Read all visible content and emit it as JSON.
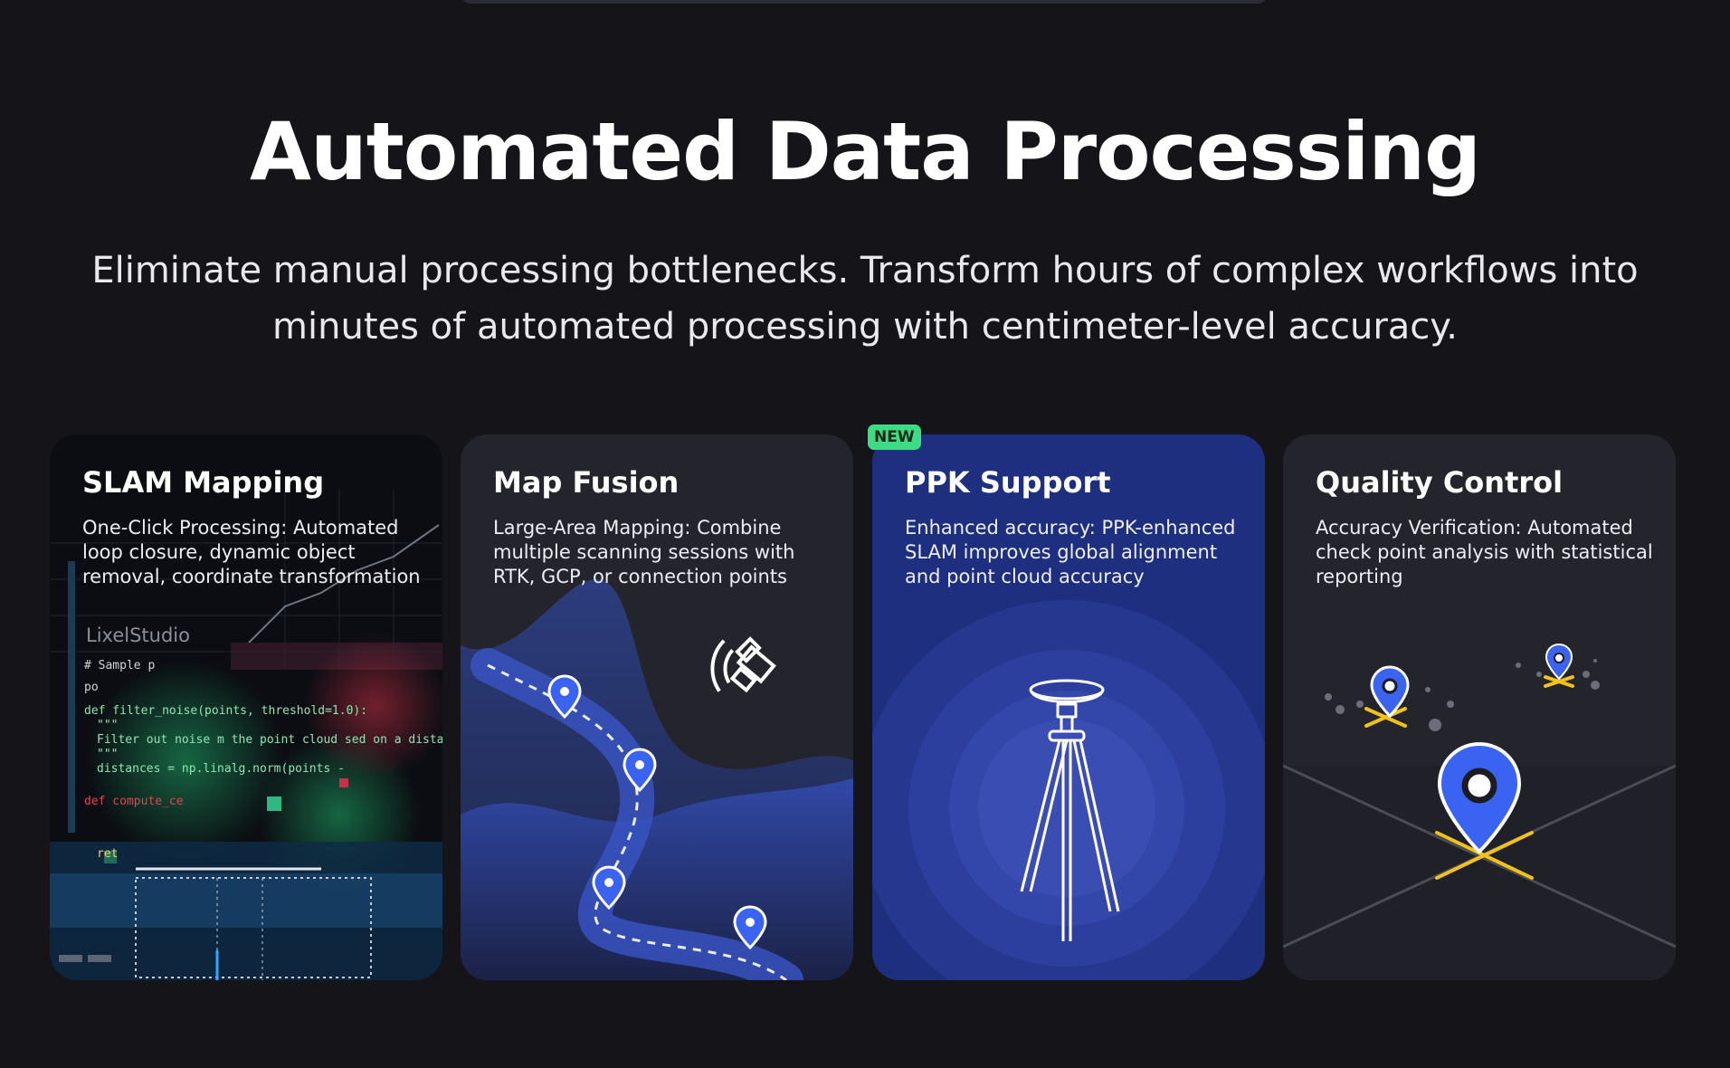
{
  "section": {
    "title": "Automated Data Processing",
    "subtitle": "Eliminate manual processing bottlenecks. Transform hours of complex workflows into minutes of automated processing with centimeter-level accuracy."
  },
  "cards": [
    {
      "title": "SLAM Mapping",
      "desc": "One-Click Processing: Automated loop closure, dynamic object removal, coordinate transformation",
      "image": "slam-software-screenshot"
    },
    {
      "title": "Map Fusion",
      "desc": "Large-Area Mapping: Combine multiple scanning sessions with RTK, GCP, or connection points",
      "icons": [
        "satellite-icon",
        "map-pin-icon"
      ]
    },
    {
      "title": "PPK Support",
      "desc": "Enhanced accuracy: PPK-enhanced SLAM improves global alignment and point cloud accuracy",
      "badge": "NEW",
      "icons": [
        "gnss-tripod-icon"
      ]
    },
    {
      "title": "Quality Control",
      "desc": "Accuracy Verification: Automated check point analysis with statistical reporting",
      "icons": [
        "map-pin-icon",
        "checkpoint-x-icon"
      ]
    }
  ],
  "slam_screenshot": {
    "brand": "LixelStudio",
    "code_lines": [
      "# Sample p",
      "po",
      "def filter_noise(points, threshold=1.0):",
      "\"\"\"",
      "Filter out noise      m the point cloud    sed on a distance thresho",
      "\"\"\"",
      "distances = np.linalg.norm(points -",
      "def compute_ce",
      "ret"
    ]
  },
  "colors": {
    "background": "#141419",
    "card": "#24252c",
    "ppk_card": "#1f2f80",
    "pin_blue": "#3b63f2",
    "badge_green": "#3ddc84",
    "x_marker": "#f2c21b"
  }
}
